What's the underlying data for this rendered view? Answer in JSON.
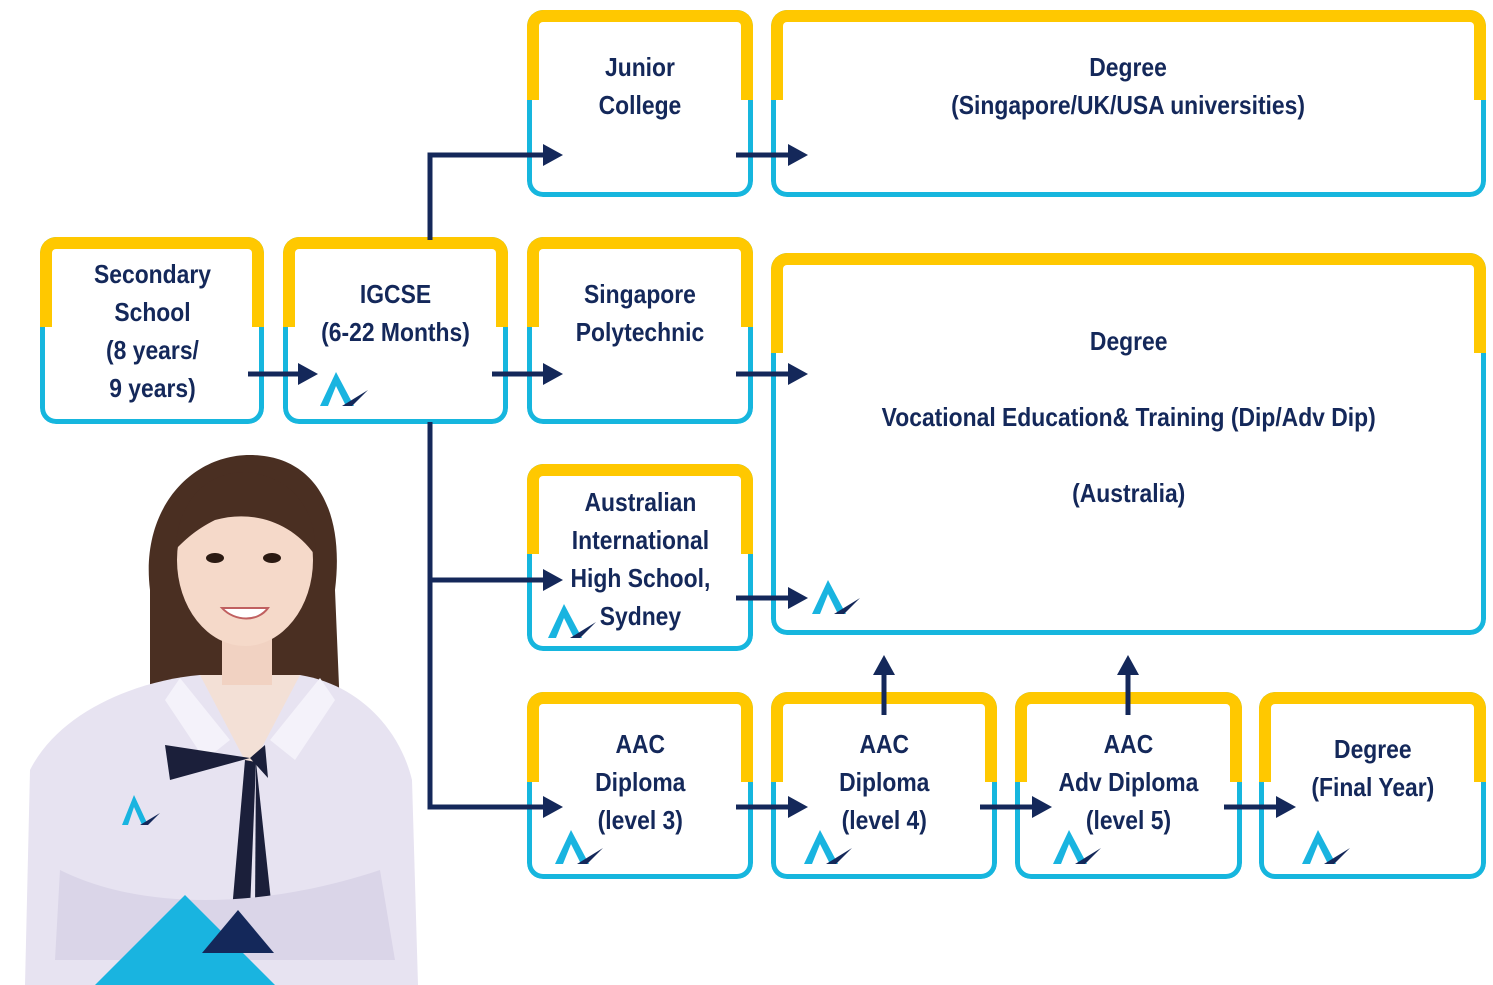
{
  "nodes": {
    "secondary": {
      "lines": [
        "Secondary",
        "School",
        "(8 years/",
        "9 years)"
      ]
    },
    "igcse": {
      "lines": [
        "IGCSE",
        "(6-22 Months)"
      ]
    },
    "junior_college": {
      "lines": [
        "Junior",
        "College"
      ]
    },
    "degree_top": {
      "lines": [
        "Degree",
        "(Singapore/UK/USA universities)"
      ]
    },
    "polytechnic": {
      "lines": [
        "Singapore",
        "Polytechnic"
      ]
    },
    "degree_main": {
      "title": "Degree",
      "vet": "Vocational Education& Training  (Dip/Adv Dip)",
      "country": "(Australia)"
    },
    "aihs": {
      "lines": [
        "Australian",
        "International",
        "High School,",
        "Sydney"
      ]
    },
    "aac3": {
      "lines": [
        "AAC",
        "Diploma",
        "(level 3)"
      ]
    },
    "aac4": {
      "lines": [
        "AAC",
        "Diploma",
        "(level 4)"
      ]
    },
    "aac5": {
      "lines": [
        "AAC",
        "Adv Diploma",
        "(level 5)"
      ]
    },
    "degree_final": {
      "lines": [
        "Degree",
        "(Final Year)"
      ]
    }
  },
  "logo_icon": "aac-logo-icon",
  "colors": {
    "box_border": "#16b6de",
    "box_cap": "#ffc800",
    "text": "#14285a",
    "arrow": "#14285a",
    "logo_light": "#19b4e0",
    "logo_dark": "#14285a"
  }
}
